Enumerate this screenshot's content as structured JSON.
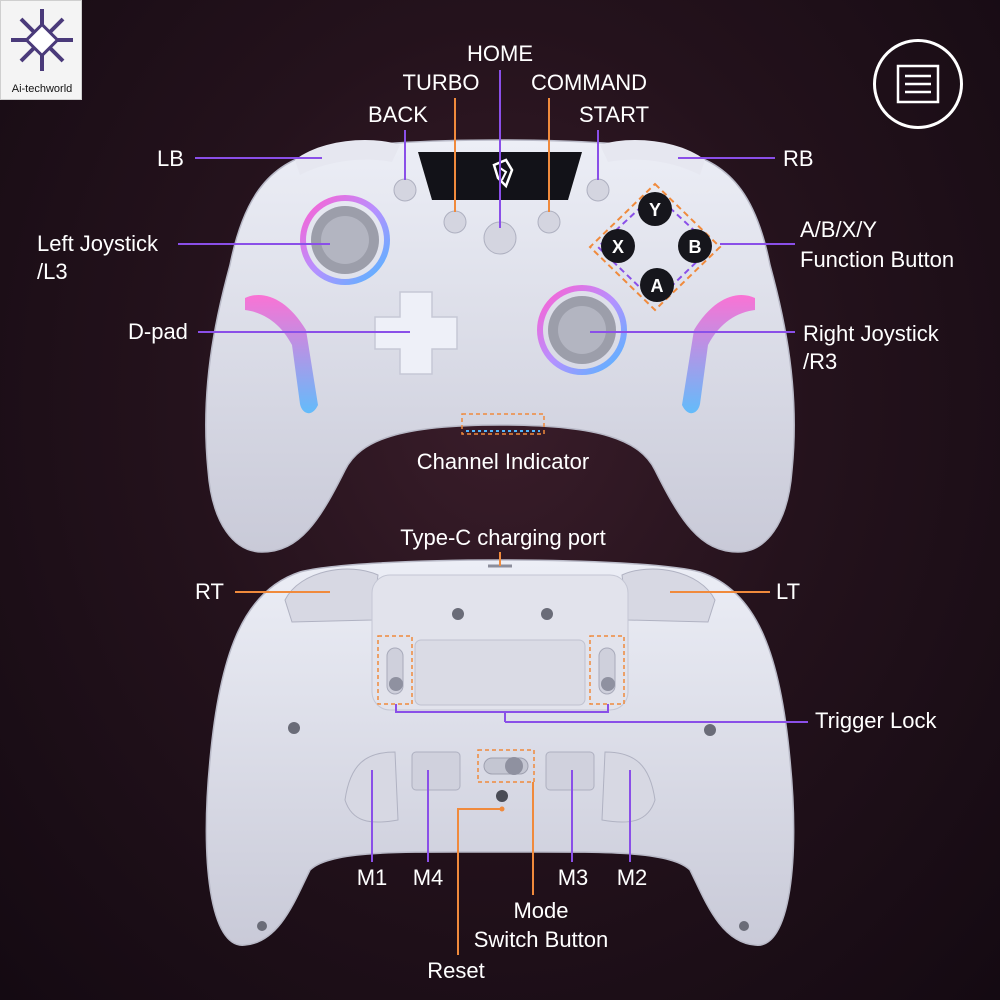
{
  "watermark": {
    "text": "Ai-techworld"
  },
  "menu_icon": "menu-list-icon",
  "controller_logo": "claw-logo-icon",
  "buttons": {
    "y": "Y",
    "x": "X",
    "b": "B",
    "a": "A"
  },
  "colors": {
    "accent_orange": "#f08a3c",
    "accent_purple": "#8a4fe8",
    "background": "#1d0f18",
    "controller_body": "#dcdde8",
    "rgb_pink": "#ff5fd0",
    "rgb_blue": "#4fb7ff"
  },
  "labels": {
    "home": "HOME",
    "turbo": "TURBO",
    "command": "COMMAND",
    "back": "BACK",
    "start": "START",
    "lb": "LB",
    "rb": "RB",
    "left_joystick_line1": "Left Joystick",
    "left_joystick_line2": "/L3",
    "abxy_line1": "A/B/X/Y",
    "abxy_line2": "Function Button",
    "dpad": "D-pad",
    "right_joystick_line1": "Right Joystick",
    "right_joystick_line2": "/R3",
    "channel_indicator": "Channel Indicator",
    "type_c": "Type-C charging port",
    "rt": "RT",
    "lt": "LT",
    "trigger_lock": "Trigger Lock",
    "m1": "M1",
    "m4": "M4",
    "m3": "M3",
    "m2": "M2",
    "mode_line1": "Mode",
    "mode_line2": "Switch Button",
    "reset": "Reset"
  }
}
